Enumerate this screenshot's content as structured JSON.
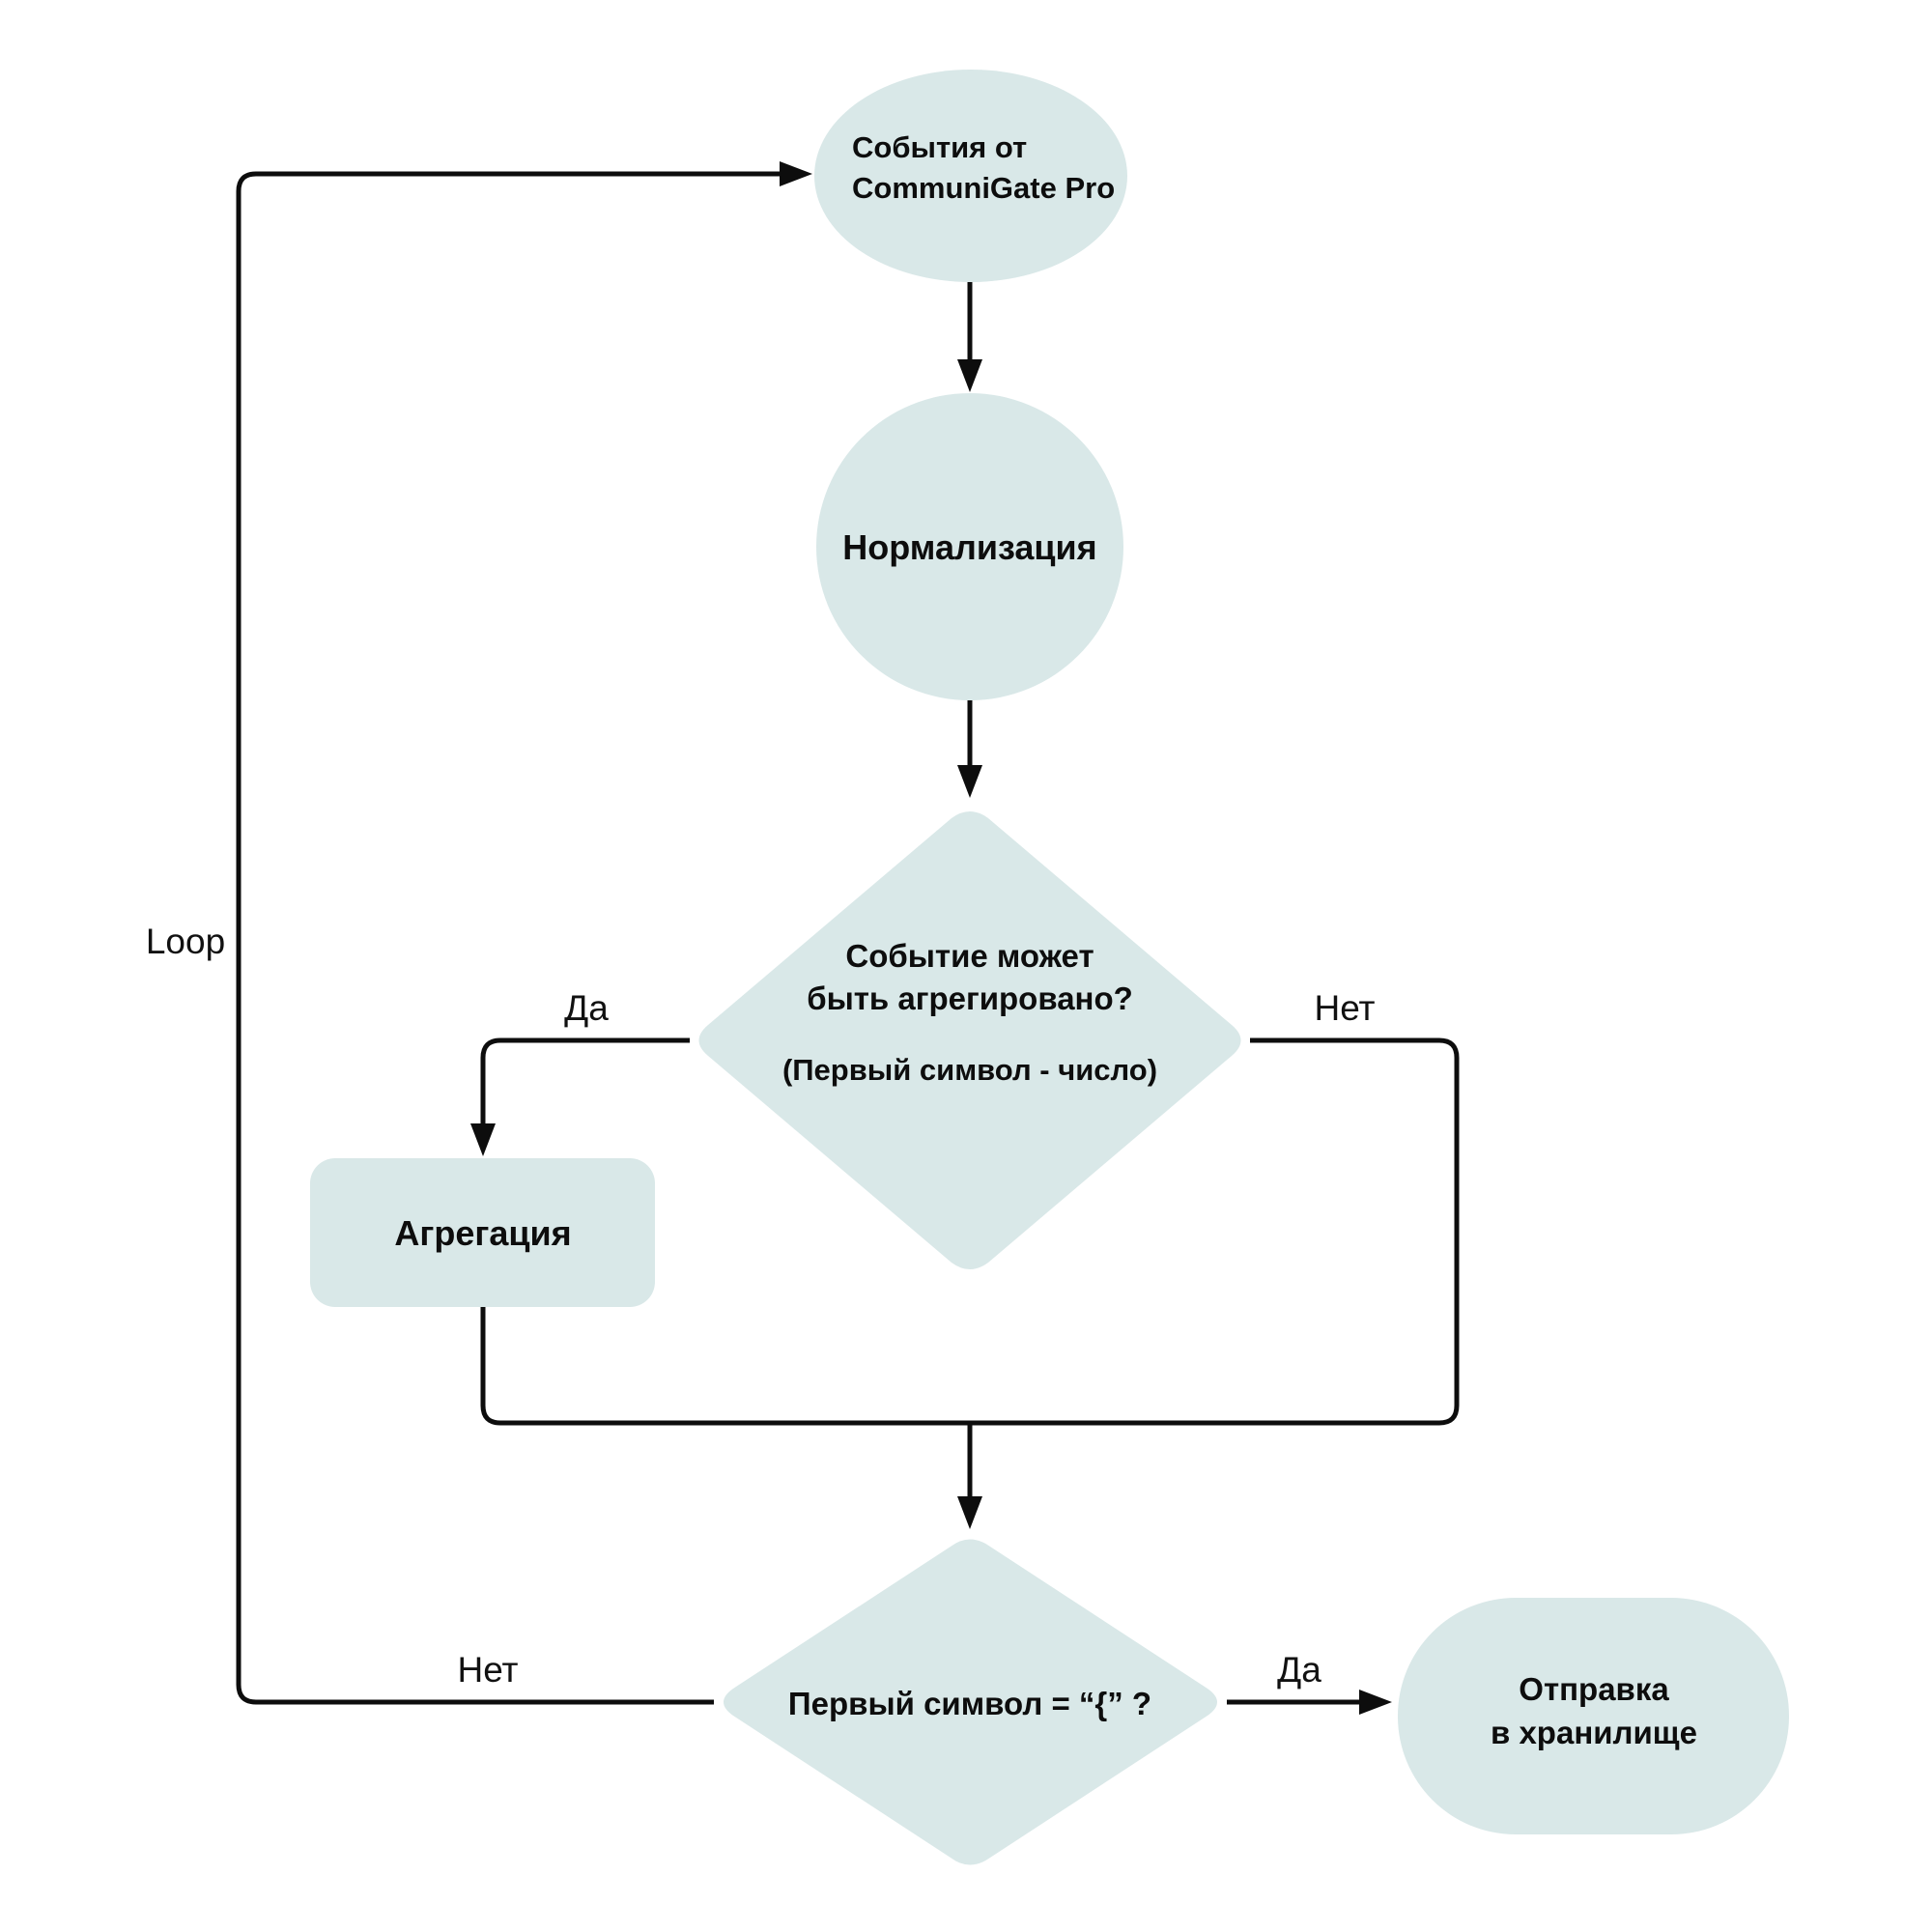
{
  "diagram": {
    "title": "CommuniGate Pro event processing flowchart",
    "colors": {
      "background": "#ffffff",
      "node_fill": "#d9e8e8",
      "line": "#0d0d0d",
      "text": "#0d0d0d"
    },
    "nodes": {
      "start": {
        "type": "ellipse",
        "line1": "События от",
        "line2": "CommuniGate Pro"
      },
      "normalize": {
        "type": "circle",
        "label": "Нормализация"
      },
      "decision_aggregate": {
        "type": "diamond",
        "line1": "Событие может",
        "line2": "быть агрегировано?",
        "note": "(Первый символ - число)"
      },
      "aggregate": {
        "type": "rect",
        "label": "Агрегация"
      },
      "decision_first_char": {
        "type": "diamond",
        "label": "Первый символ  = “{” ?"
      },
      "storage": {
        "type": "pill",
        "line1": "Отправка",
        "line2": "в хранилище"
      }
    },
    "edge_labels": {
      "loop": "Loop",
      "yes_aggregate": "Да",
      "no_aggregate": "Нет",
      "no_first_char": "Нет",
      "yes_first_char": "Да"
    }
  }
}
